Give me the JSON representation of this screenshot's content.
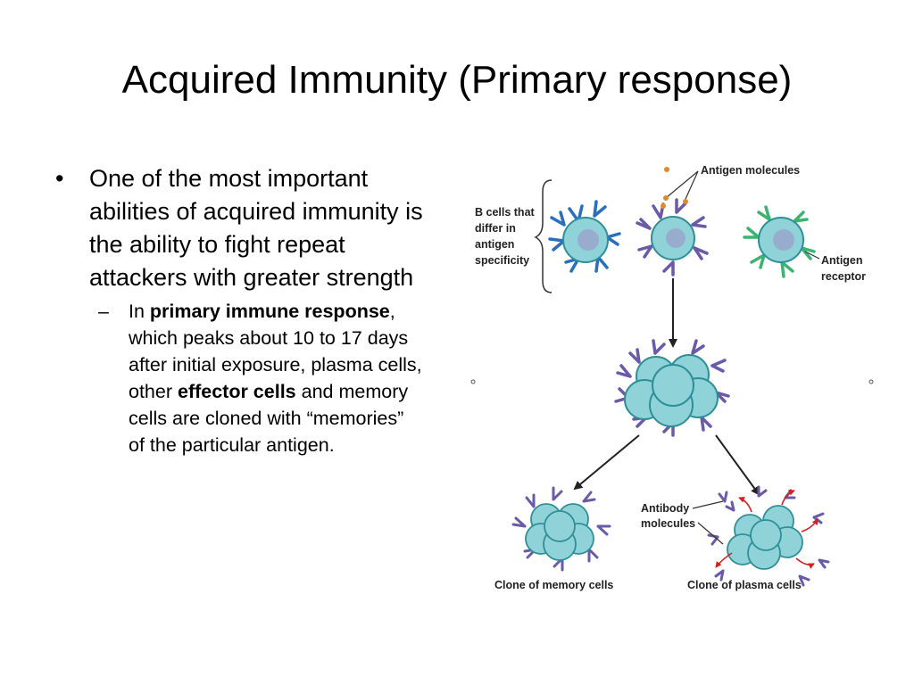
{
  "slide": {
    "title": "Acquired Immunity (Primary response)",
    "bullet": {
      "marker": "•",
      "text": "One of the most important abilities of acquired immunity is the ability to fight repeat attackers with greater strength"
    },
    "sub_bullet": {
      "marker": "–",
      "pre": "In ",
      "bold1": "primary immune response",
      "mid": ", which peaks about 10 to 17 days after initial exposure, plasma cells, other ",
      "bold2": "effector cells",
      "post": " and memory cells are cloned with “memories” of the particular antigen."
    }
  },
  "diagram": {
    "labels": {
      "antigen_molecules": "Antigen molecules",
      "b_cells_line1": "B cells that",
      "b_cells_line2": "differ in",
      "b_cells_line3": "antigen",
      "b_cells_line4": "specificity",
      "antigen_receptor_line1": "Antigen",
      "antigen_receptor_line2": "receptor",
      "antibody_line1": "Antibody",
      "antibody_line2": "molecules",
      "memory_clone": "Clone of memory cells",
      "plasma_clone": "Clone of plasma cells"
    },
    "colors": {
      "cell_fill": "#8fd3d8",
      "cell_outline": "#2f8f98",
      "nucleus": "#9aa6cc",
      "receptor_blue": "#2a6fbe",
      "receptor_purple": "#6a5aa8",
      "receptor_green": "#3cb371",
      "antigen": "#e08a2e",
      "secretion_arrow": "#d62020"
    }
  }
}
